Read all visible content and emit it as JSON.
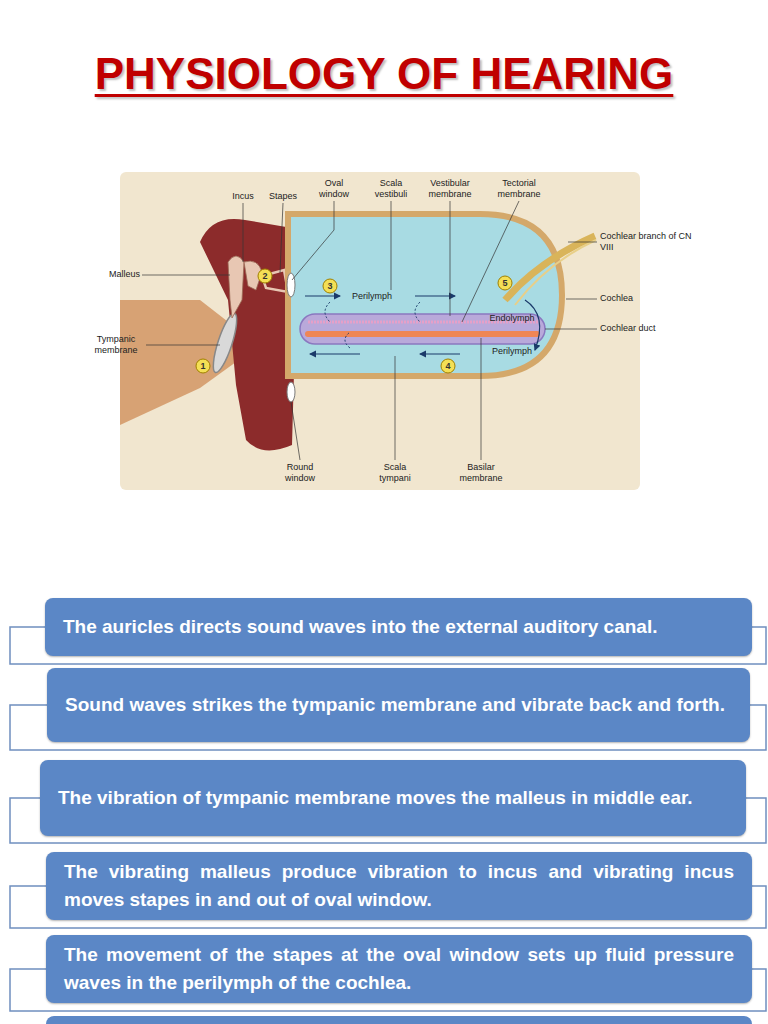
{
  "diagram": {
    "title": "PHYSIOLOGY OF HEARING",
    "nodes": [
      {
        "text": [
          "The auricles directs sound waves into the external auditory canal."
        ]
      },
      {
        "text": [
          "Sound waves strikes the tympanic membrane and vibrate back and forth."
        ]
      },
      {
        "text": [
          "The vibration of tympanic membrane moves the malleus in middle ear."
        ]
      },
      {
        "text": [
          "The vibrating malleus produce vibration to incus and vibrating incus moves stapes in and out of oval window."
        ]
      },
      {
        "text": [
          "The movement of the stapes at the oval window sets up fluid pressure waves in the perilymph of the cochlea."
        ]
      }
    ],
    "labels": [
      "Incus",
      "Stapes",
      "Oval window",
      "Scala vestibuli",
      "Vestibular membrane",
      "Tectorial membrane",
      "Cochlear branch of CN VIII",
      "Malleus",
      "Cochlea",
      "Cochlear duct",
      "Tympanic membrane",
      "Perilymph",
      "Endolymph",
      "Perilymph",
      "Round window",
      "Scala tympani",
      "Basilar membrane",
      "1",
      "2",
      "3",
      "4",
      "5"
    ]
  }
}
